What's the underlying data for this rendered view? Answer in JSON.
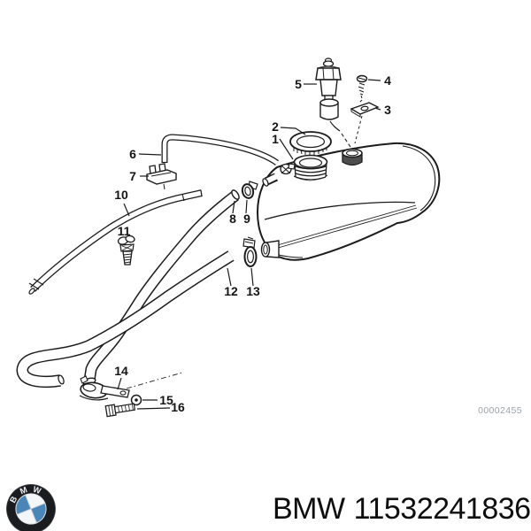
{
  "diagram": {
    "code": "00002455",
    "part_labels": [
      "1",
      "2",
      "3",
      "4",
      "5",
      "6",
      "7",
      "8",
      "9",
      "10",
      "11",
      "12",
      "13",
      "14",
      "15",
      "16"
    ]
  },
  "footer": {
    "brand": "BMW",
    "part_number": "11532241836"
  },
  "logo": {
    "letters": [
      "B",
      "M",
      "W"
    ],
    "colors": {
      "ring": "#1a1c1f",
      "blue": "#4a86b8",
      "light": "#f4f7f9"
    }
  }
}
